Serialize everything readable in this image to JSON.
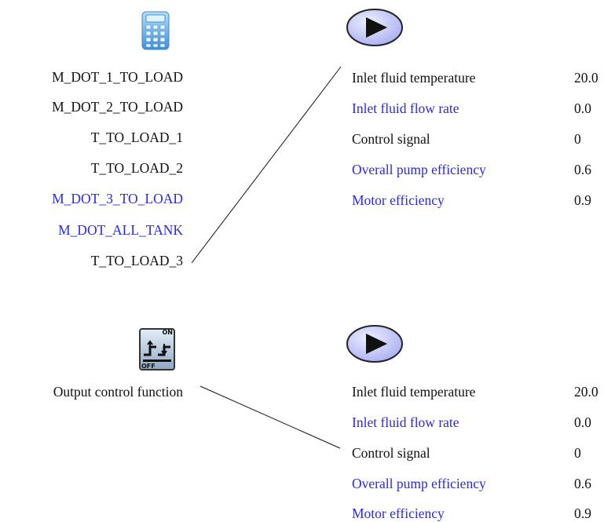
{
  "top_component": {
    "icon": "calculator-icon",
    "outputs": [
      {
        "label": "M_DOT_1_TO_LOAD",
        "linked": false
      },
      {
        "label": "M_DOT_2_TO_LOAD",
        "linked": false
      },
      {
        "label": "T_TO_LOAD_1",
        "linked": false
      },
      {
        "label": "T_TO_LOAD_2",
        "linked": false
      },
      {
        "label": "M_DOT_3_TO_LOAD",
        "linked": true
      },
      {
        "label": "M_DOT_ALL_TANK",
        "linked": true
      },
      {
        "label": "T_TO_LOAD_3",
        "linked": false
      }
    ]
  },
  "top_pump": {
    "icon": "pump-play-icon",
    "inputs": [
      {
        "label": "Inlet fluid temperature",
        "value": "20.0",
        "linked": false
      },
      {
        "label": "Inlet fluid flow rate",
        "value": "0.0",
        "linked": true
      },
      {
        "label": "Control signal",
        "value": "0",
        "linked": false
      },
      {
        "label": "Overall pump efficiency",
        "value": "0.6",
        "linked": true
      },
      {
        "label": "Motor efficiency",
        "value": "0.9",
        "linked": true
      }
    ]
  },
  "bottom_component": {
    "icon": "on-off-controller-icon",
    "icon_text_on": "ON",
    "icon_text_off": "OFF",
    "outputs": [
      {
        "label": "Output control function",
        "linked": false
      }
    ]
  },
  "bottom_pump": {
    "icon": "pump-play-icon",
    "inputs": [
      {
        "label": "Inlet fluid temperature",
        "value": "20.0",
        "linked": false
      },
      {
        "label": "Inlet fluid flow rate",
        "value": "0.0",
        "linked": true
      },
      {
        "label": "Control signal",
        "value": "0",
        "linked": false
      },
      {
        "label": "Overall pump efficiency",
        "value": "0.6",
        "linked": true
      },
      {
        "label": "Motor efficiency",
        "value": "0.9",
        "linked": true
      }
    ]
  },
  "colors": {
    "linked": "#2a2ae0",
    "unlinked": "#111111"
  }
}
